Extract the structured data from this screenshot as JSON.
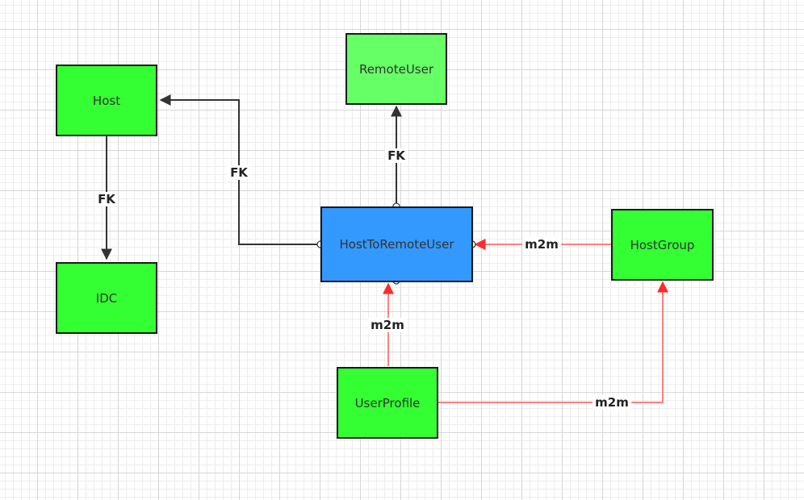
{
  "nodes": {
    "host": {
      "label": "Host",
      "color": "#33ff33"
    },
    "idc": {
      "label": "IDC",
      "color": "#33ff33"
    },
    "remote_user": {
      "label": "RemoteUser",
      "color": "#66ff66"
    },
    "host_to_remote_user": {
      "label": "HostToRemoteUser",
      "color": "#3399ff"
    },
    "host_group": {
      "label": "HostGroup",
      "color": "#33ff33"
    },
    "user_profile": {
      "label": "UserProfile",
      "color": "#33ff33"
    }
  },
  "edges": {
    "host_idc": {
      "label": "FK",
      "color": "#333333"
    },
    "htru_host": {
      "label": "FK",
      "color": "#333333"
    },
    "htru_remote_user": {
      "label": "FK",
      "color": "#333333"
    },
    "hostgroup_htru": {
      "label": "m2m",
      "color": "#ff8080"
    },
    "userprofile_htru": {
      "label": "m2m",
      "color": "#ff8080"
    },
    "userprofile_hostgroup": {
      "label": "m2m",
      "color": "#ff8080"
    }
  },
  "colors": {
    "fk_line": "#333333",
    "m2m_line": "#ff8080",
    "m2m_arrow": "#ff2a2a"
  }
}
